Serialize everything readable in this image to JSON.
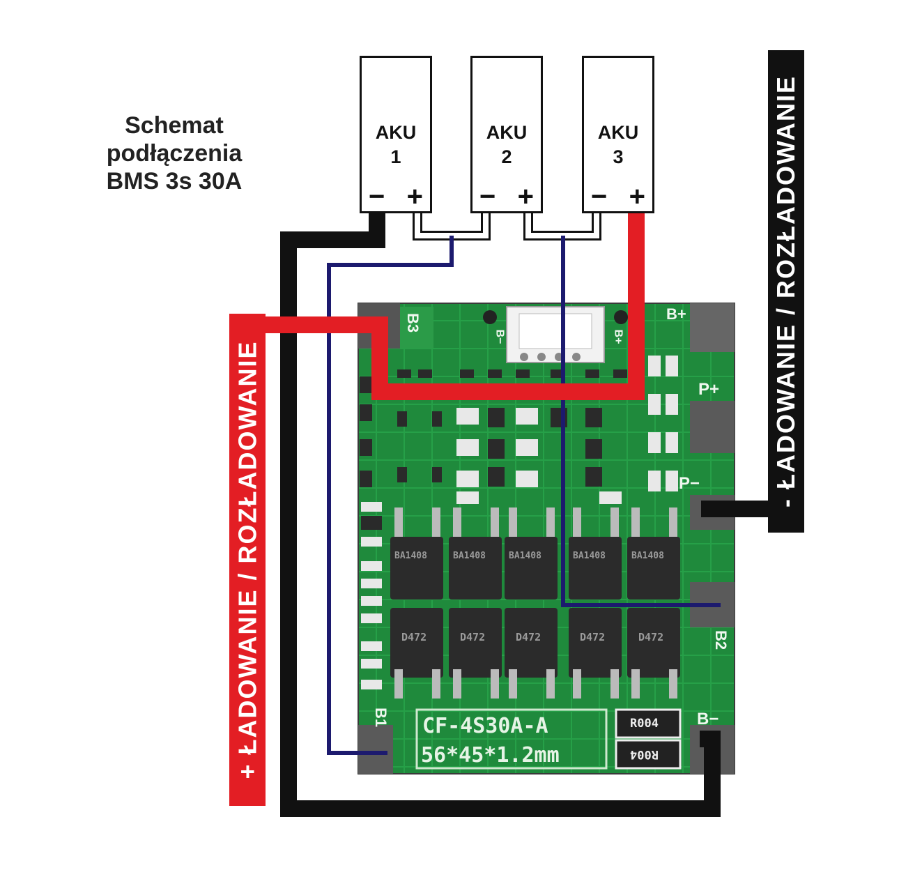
{
  "title": {
    "line1": "Schemat",
    "line2": "podłączenia",
    "line3": "BMS 3s 30A"
  },
  "cells": [
    {
      "label": "AKU\n1",
      "neg": "−",
      "pos": "+"
    },
    {
      "label": "AKU\n2",
      "neg": "−",
      "pos": "+"
    },
    {
      "label": "AKU\n3",
      "neg": "−",
      "pos": "+"
    }
  ],
  "bars": {
    "left": "+ ŁADOWANIE / ROZŁADOWANIE",
    "right": "- ŁADOWANIE / ROZŁADOWANIE"
  },
  "board": {
    "model": "CF-4S30A-A",
    "size": "56*45*1.2mm",
    "pads": {
      "b3": "B3",
      "b2": "B2",
      "b1": "B1",
      "b_minus": "B−",
      "b_plus": "B+",
      "p_plus": "P+",
      "p_minus": "P−"
    },
    "connector_labels": {
      "left": "B−",
      "right": "B+"
    },
    "resistor": "R004",
    "mosfet_top": "BA1408",
    "mosfet_bottom": "D472"
  },
  "colors": {
    "red_wire": "#e31e24",
    "black_wire": "#111111",
    "blue_wire": "#1c1a6e",
    "pcb_green": "#1f8a3c",
    "bar_red": "#e31e24",
    "bar_black": "#111111"
  }
}
